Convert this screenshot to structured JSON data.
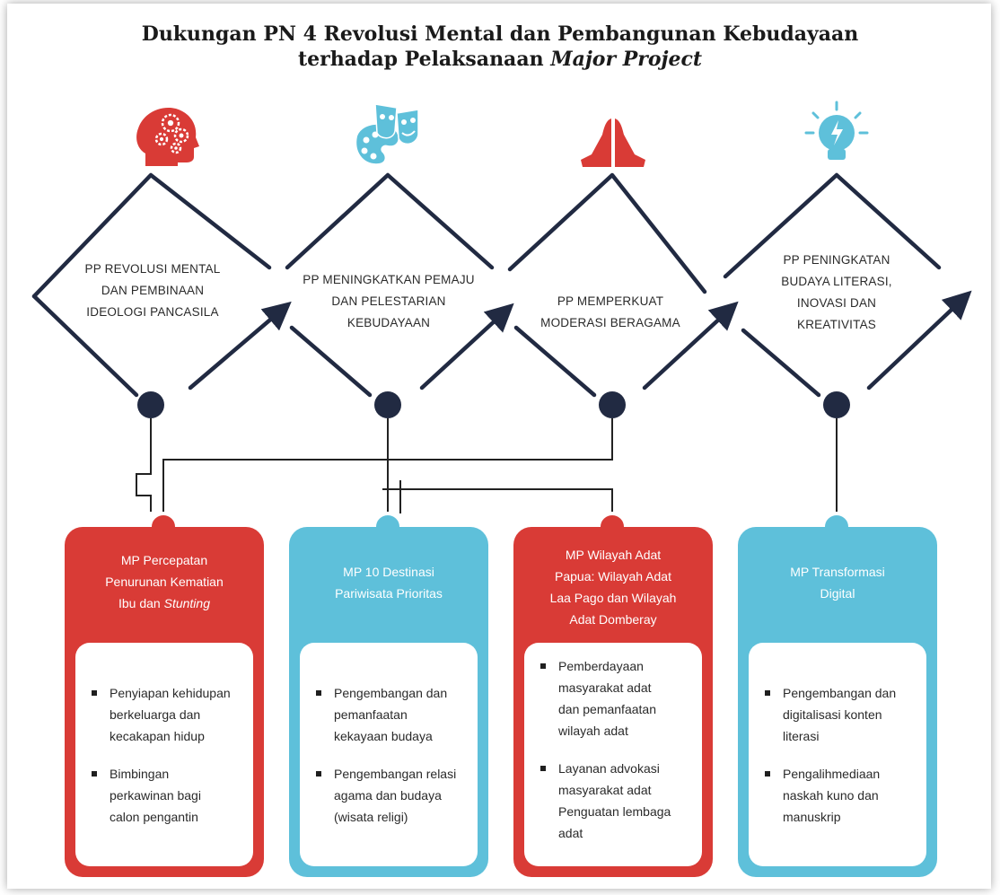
{
  "title": {
    "line1": "Dukungan PN 4 Revolusi Mental dan Pembangunan Kebudayaan",
    "line2_prefix": "terhadap Pelaksanaan ",
    "line2_italic": "Major Project"
  },
  "colors": {
    "red": "#d93b36",
    "blue": "#5ec0da",
    "navy": "#212a42",
    "line": "#222222"
  },
  "priorities": [
    {
      "icon": "head-gears-icon",
      "lines": [
        "PP REVOLUSI MENTAL",
        "DAN PEMBINAAN",
        "IDEOLOGI PANCASILA"
      ]
    },
    {
      "icon": "theater-masks-palette-icon",
      "lines": [
        "PP MENINGKATKAN PEMAJU",
        "DAN PELESTARIAN",
        "KEBUDAYAAN"
      ]
    },
    {
      "icon": "praying-hands-icon",
      "lines": [
        "PP MEMPERKUAT",
        "MODERASI BERAGAMA"
      ]
    },
    {
      "icon": "lightbulb-bolt-icon",
      "lines": [
        "PP PENINGKATAN",
        "BUDAYA LITERASI,",
        "INOVASI DAN",
        "KREATIVITAS"
      ]
    }
  ],
  "projects": [
    {
      "color": "red",
      "header": [
        "MP Percepatan",
        "Penurunan Kematian",
        "Ibu dan |Stunting|"
      ],
      "items": [
        [
          "Penyiapan kehidupan",
          "berkeluarga dan",
          "kecakapan hidup"
        ],
        [
          "Bimbingan",
          "perkawinan bagi",
          "calon pengantin"
        ]
      ]
    },
    {
      "color": "blue",
      "header": [
        "MP 10 Destinasi",
        "Pariwisata Prioritas"
      ],
      "items": [
        [
          "Pengembangan dan",
          "pemanfaatan",
          "kekayaan budaya"
        ],
        [
          "Pengembangan relasi",
          "agama dan budaya",
          "(wisata religi)"
        ]
      ]
    },
    {
      "color": "red",
      "header": [
        "MP Wilayah Adat",
        "Papua: Wilayah Adat",
        "Laa Pago dan Wilayah",
        "Adat Domberay"
      ],
      "items": [
        [
          "Pemberdayaan",
          "masyarakat adat",
          "dan pemanfaatan",
          "wilayah adat"
        ],
        [
          "Layanan advokasi",
          "masyarakat adat",
          "Penguatan lembaga",
          "adat"
        ]
      ]
    },
    {
      "color": "blue",
      "header": [
        "MP Transformasi",
        "Digital"
      ],
      "items": [
        [
          "Pengembangan dan",
          "digitalisasi konten",
          "literasi"
        ],
        [
          "Pengalihmediaan",
          "naskah kuno dan",
          "manuskrip"
        ]
      ]
    }
  ]
}
